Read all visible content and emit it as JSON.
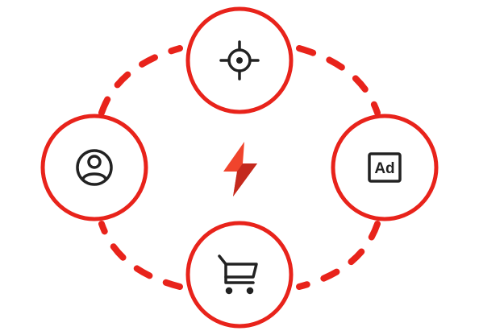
{
  "colors": {
    "accent": "#e8231b",
    "icon": "#222222",
    "background": "#ffffff",
    "bolt_light": "#f0442c",
    "bolt_dark": "#c4291d"
  },
  "center": {
    "icon": "lightning-bolt-icon"
  },
  "nodes": [
    {
      "id": "top",
      "icon": "crosshair-target-icon"
    },
    {
      "id": "left",
      "icon": "user-profile-icon"
    },
    {
      "id": "right",
      "icon": "ad-badge-icon",
      "label": "Ad"
    },
    {
      "id": "bottom",
      "icon": "shopping-cart-icon"
    }
  ],
  "connectors": {
    "style": "dashed",
    "links": [
      "top-right",
      "right-bottom",
      "bottom-left",
      "left-top"
    ]
  }
}
